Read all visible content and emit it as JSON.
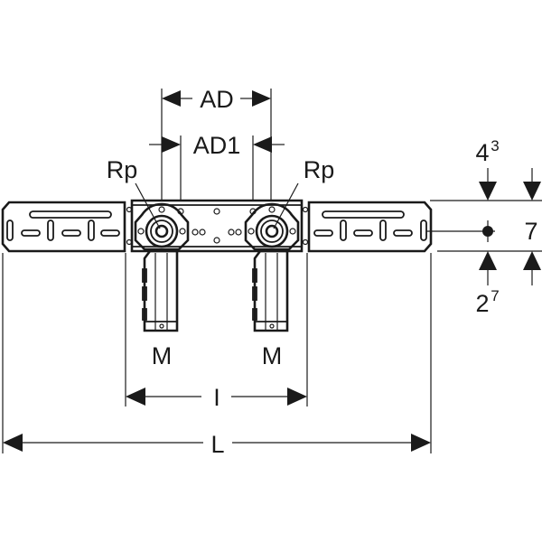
{
  "diagram": {
    "subject": "Geberit pre-wall mounting rail with two wall fittings",
    "labels": {
      "ad": "AD",
      "ad1": "AD1",
      "rp_left": "Rp",
      "rp_right": "Rp",
      "m_left": "M",
      "m_right": "M",
      "l_small": "I",
      "l_total": "L",
      "dim_top_base": "4",
      "dim_top_sup": "3",
      "dim_height": "7",
      "dim_bottom_base": "2",
      "dim_bottom_sup": "7"
    },
    "colors": {
      "line": "#1a1a1a",
      "background": "#ffffff"
    }
  }
}
